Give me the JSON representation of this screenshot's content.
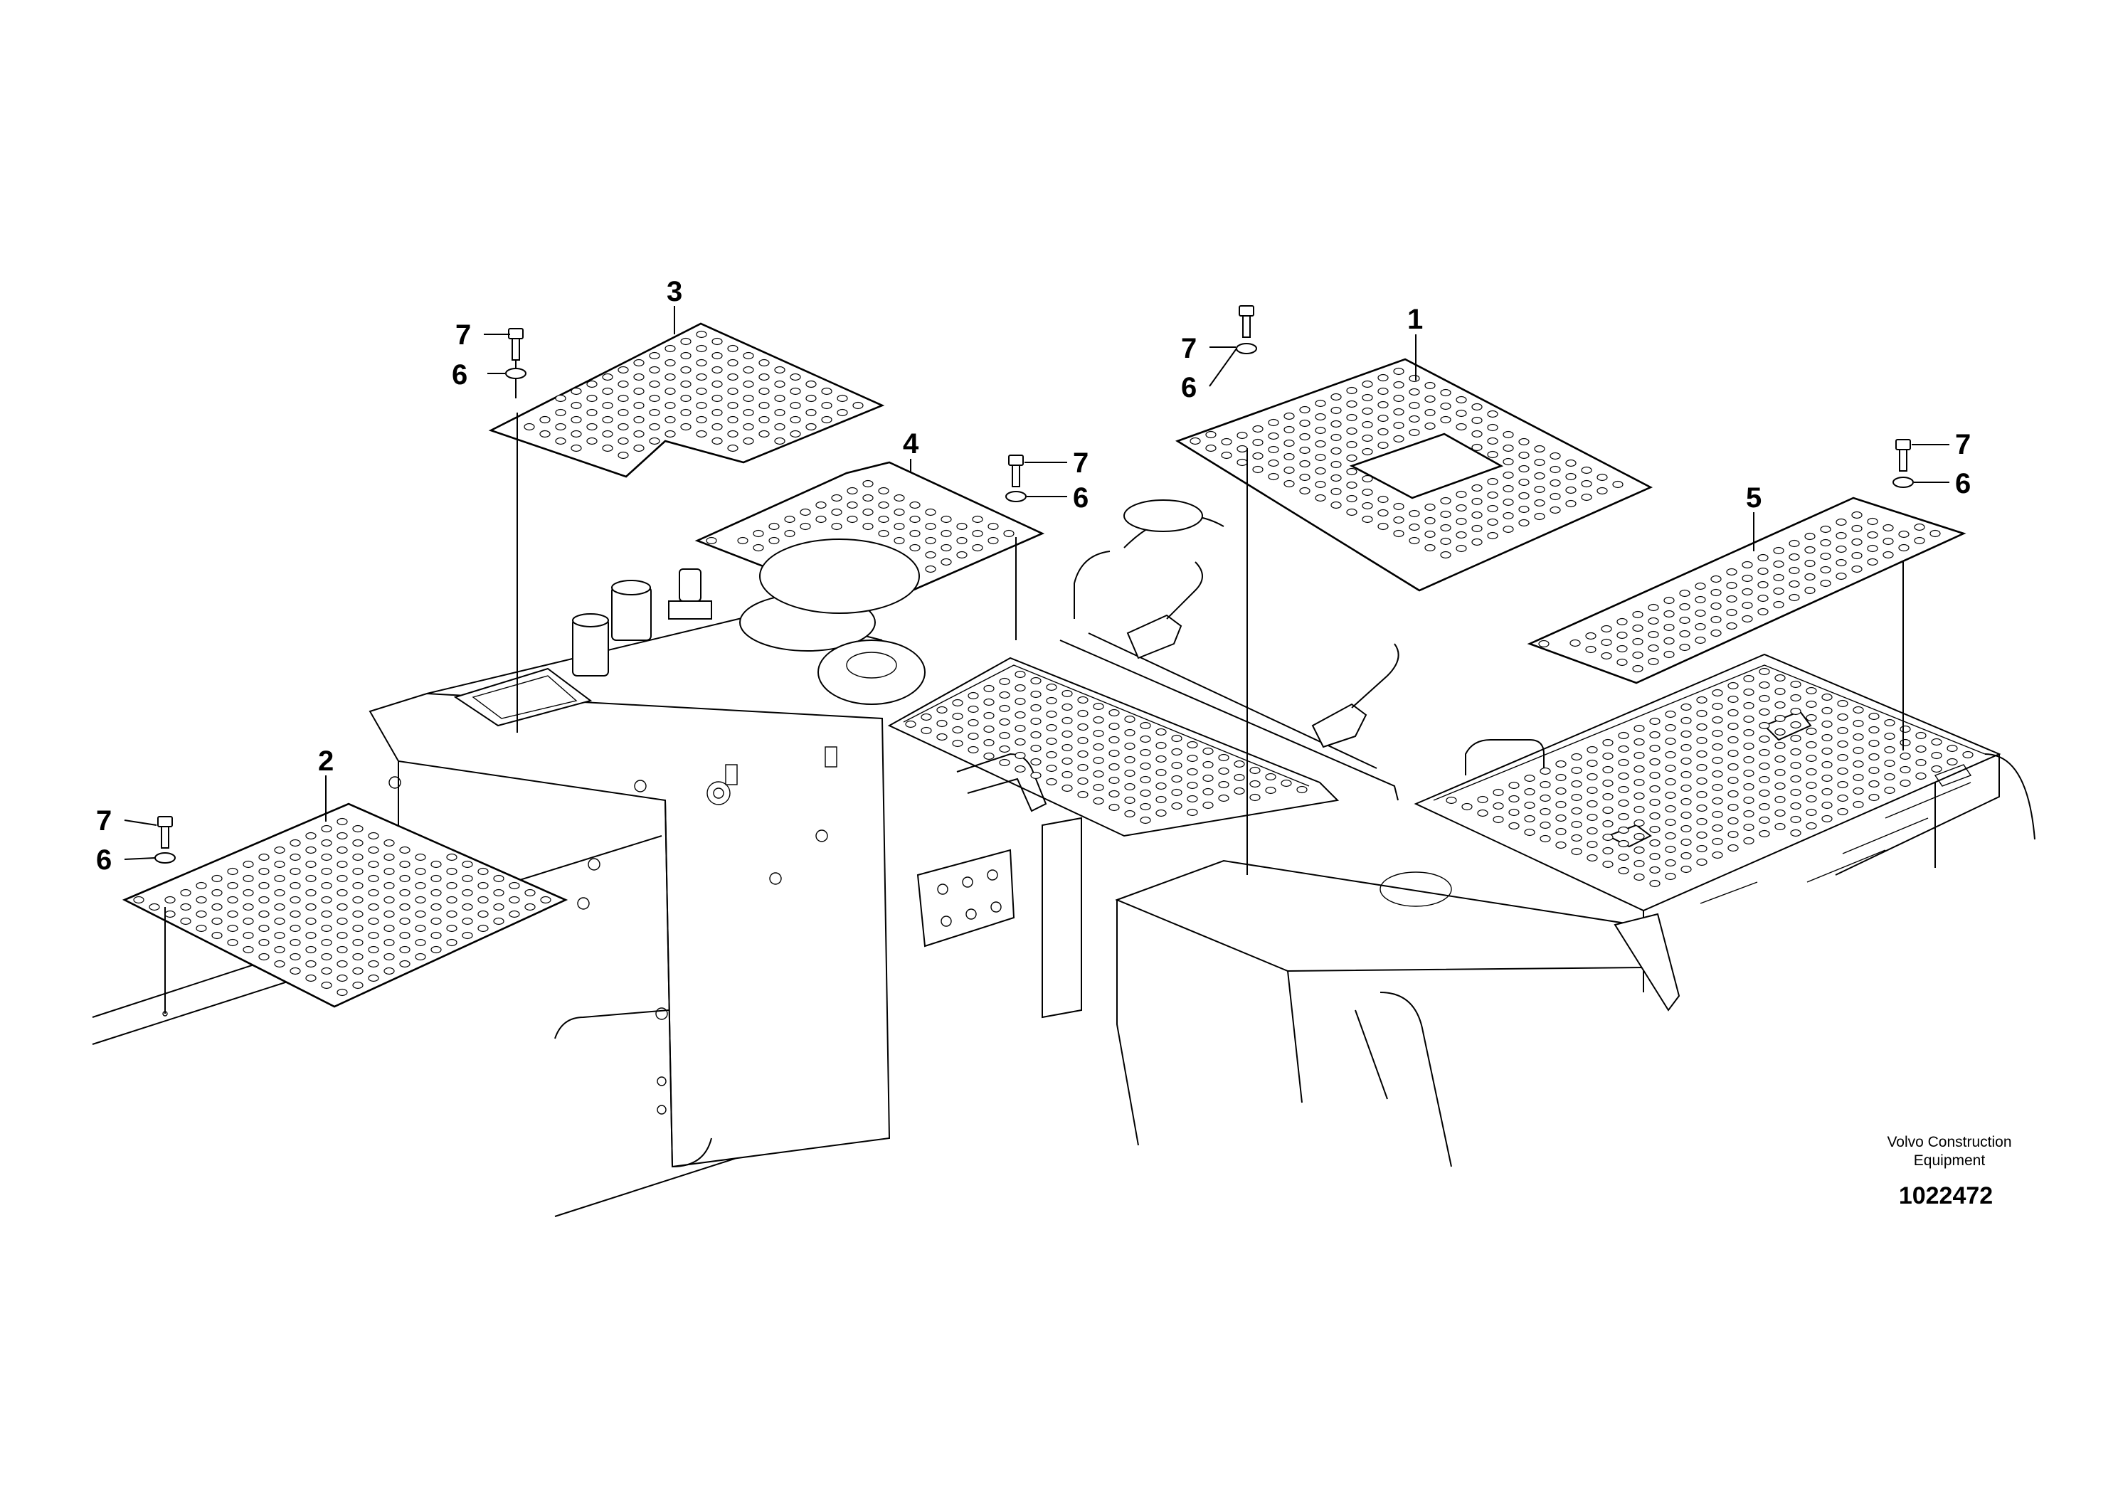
{
  "callouts": [
    {
      "id": "c1",
      "label": "1"
    },
    {
      "id": "c2",
      "label": "2"
    },
    {
      "id": "c3",
      "label": "3"
    },
    {
      "id": "c4",
      "label": "4"
    },
    {
      "id": "c5",
      "label": "5"
    },
    {
      "id": "c6a",
      "label": "6"
    },
    {
      "id": "c6b",
      "label": "6"
    },
    {
      "id": "c6c",
      "label": "6"
    },
    {
      "id": "c6d",
      "label": "6"
    },
    {
      "id": "c6e",
      "label": "6"
    },
    {
      "id": "c7a",
      "label": "7"
    },
    {
      "id": "c7b",
      "label": "7"
    },
    {
      "id": "c7c",
      "label": "7"
    },
    {
      "id": "c7d",
      "label": "7"
    },
    {
      "id": "c7e",
      "label": "7"
    }
  ],
  "footer": {
    "company_line1": "Volvo Construction",
    "company_line2": "Equipment",
    "drawing_number": "1022472"
  }
}
